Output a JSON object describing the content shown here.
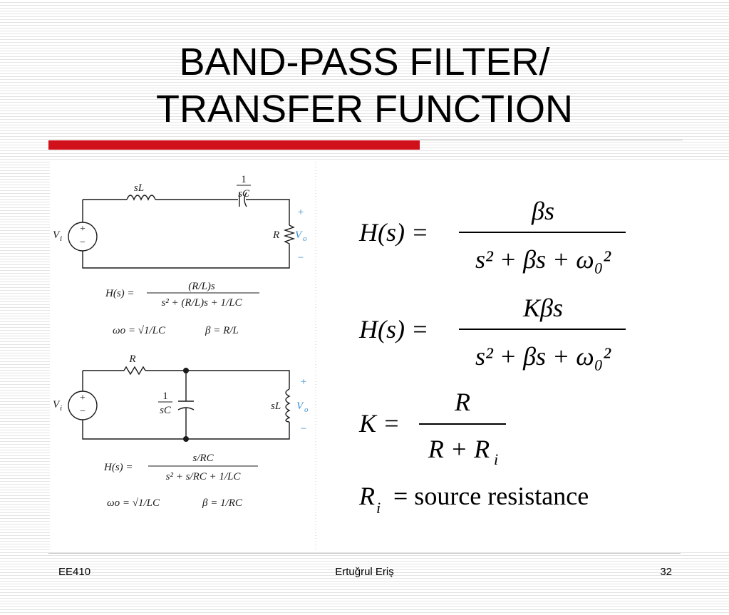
{
  "slide": {
    "title_line1": "BAND-PASS FILTER/",
    "title_line2": "TRANSFER FUNCTION",
    "accent_color": "#d0111b"
  },
  "circuit1": {
    "cap_num": "1",
    "cap_den": "sC",
    "inductor_label": "sL",
    "source_label": "V",
    "source_sub": "i",
    "plus": "+",
    "minus": "−",
    "output_plus": "+",
    "output_minus": "−",
    "output_label": "V",
    "output_sub": "o",
    "resistor_label": "R",
    "h_lhs": "H(s) =",
    "h_num": "(R/L)s",
    "h_den": "s² + (R/L)s + 1/LC",
    "w0": "ωo = √1/LC",
    "beta": "β = R/L"
  },
  "circuit2": {
    "resistor_label": "R",
    "cap_num": "1",
    "cap_den": "sC",
    "inductor_label": "sL",
    "source_label": "V",
    "source_sub": "i",
    "plus": "+",
    "minus": "−",
    "output_plus": "+",
    "output_minus": "−",
    "output_label": "V",
    "output_sub": "o",
    "h_lhs": "H(s) =",
    "h_num": "s/RC",
    "h_den": "s² + s/RC + 1/LC",
    "w0": "ωo = √1/LC",
    "beta": "β = 1/RC"
  },
  "equations": {
    "eq1_lhs": "H(s) =",
    "eq1_num": "βs",
    "eq1_den": "s² + βs + ω₀²",
    "eq2_lhs": "H(s) =",
    "eq2_num": "Kβs",
    "eq2_den": "s² + βs + ω₀²",
    "eq3_lhs": "K =",
    "eq3_num": "R",
    "eq3_den": "R + R",
    "eq3_den_sub": "i",
    "eq4_lhs": "R",
    "eq4_lhs_sub": "i",
    "eq4_rhs": "= source resistance"
  },
  "footer": {
    "left": "EE410",
    "center": "Ertuğrul Eriş",
    "right": "32"
  }
}
